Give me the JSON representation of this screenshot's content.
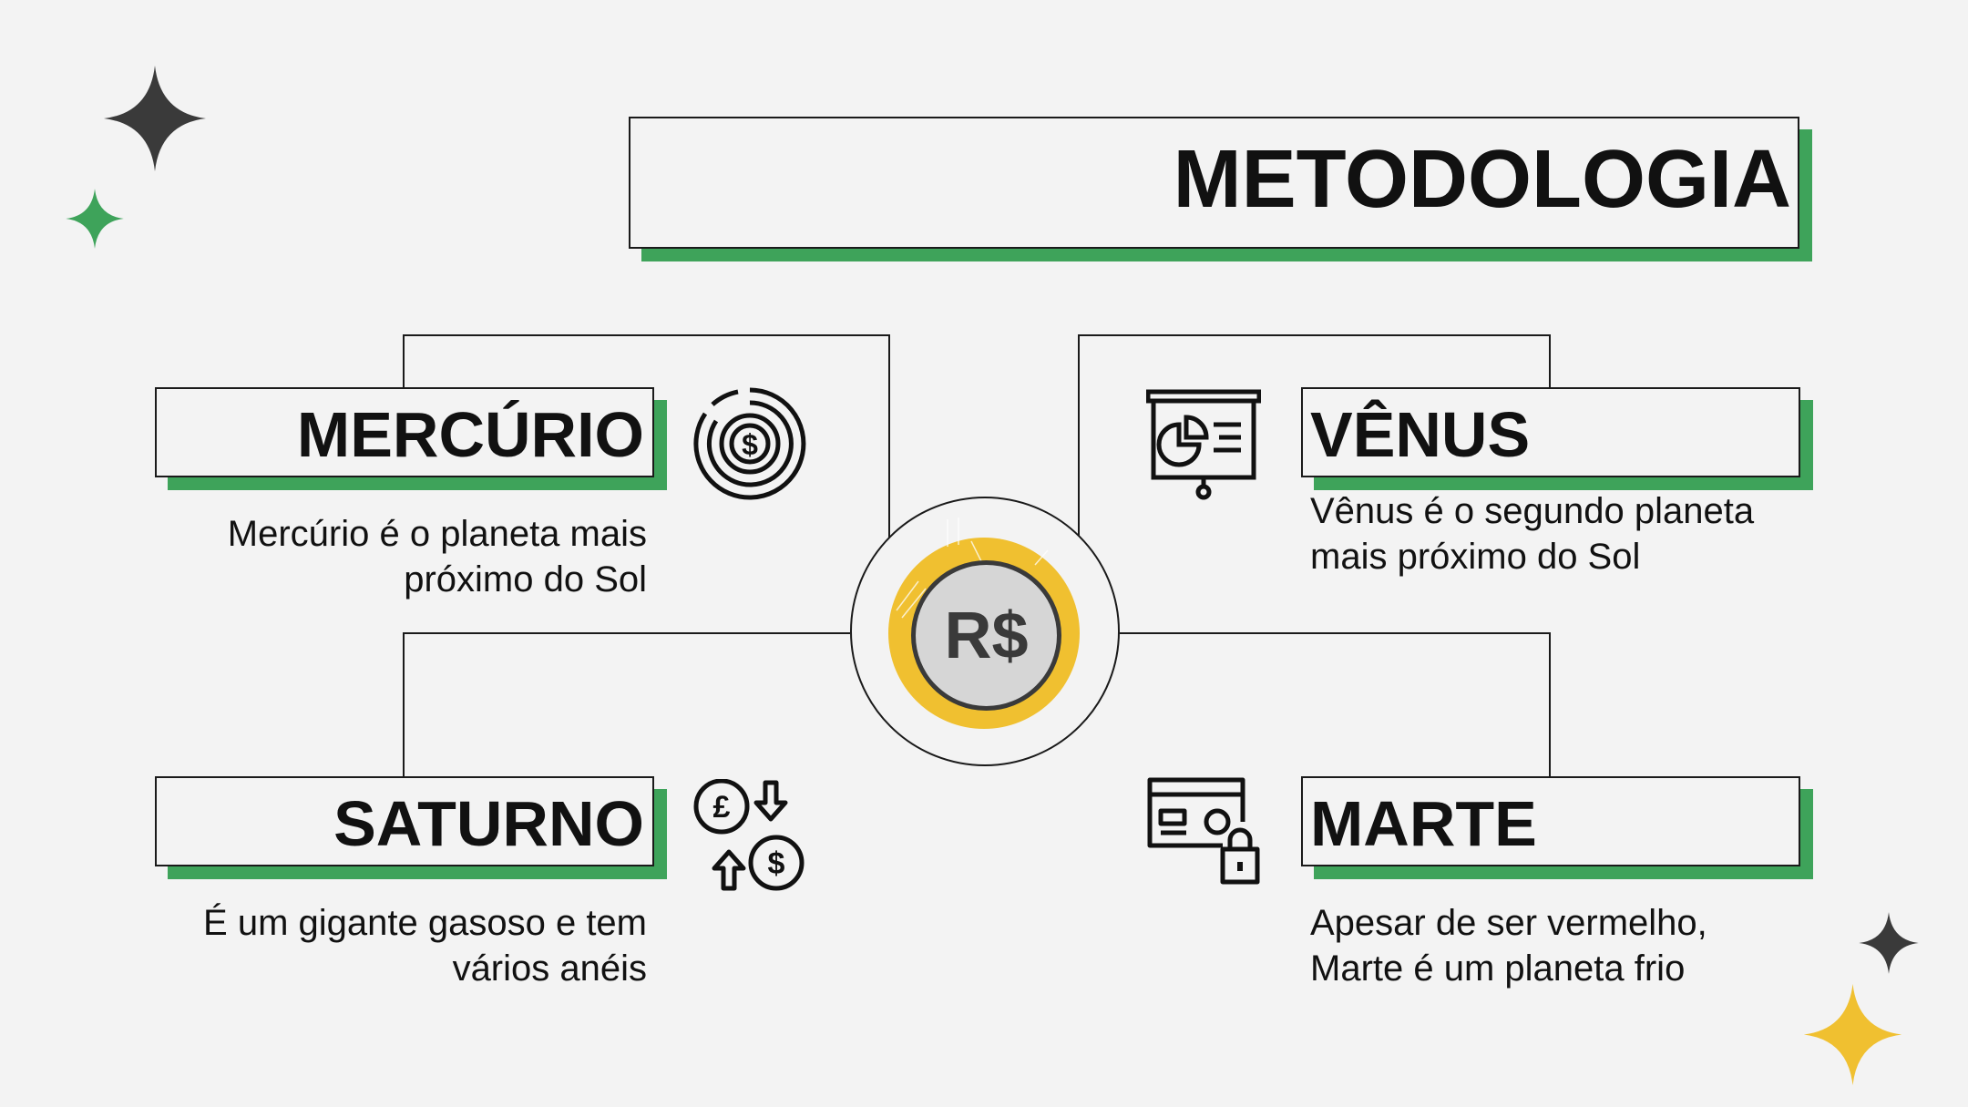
{
  "title": "METODOLOGIA",
  "center_symbol": "R$",
  "colors": {
    "accent_green": "#3ea35a",
    "accent_yellow": "#f0c030",
    "dark": "#3a3a3a",
    "background": "#f3f3f3"
  },
  "cards": {
    "mercurio": {
      "title": "MERCÚRIO",
      "description": "Mercúrio é o planeta mais próximo do Sol",
      "icon": "target-dollar-icon"
    },
    "venus": {
      "title": "VÊNUS",
      "description": "Vênus é o segundo planeta mais próximo do Sol",
      "icon": "presentation-chart-icon"
    },
    "saturno": {
      "title": "SATURNO",
      "description": "É um gigante gasoso e tem vários anéis",
      "icon": "currency-exchange-icon"
    },
    "marte": {
      "title": "MARTE",
      "description": "Apesar de ser vermelho, Marte é um planeta frio",
      "icon": "locked-card-icon"
    }
  },
  "decorations": [
    "sparkle-dark-icon",
    "sparkle-green-icon",
    "sparkle-yellow-icon"
  ]
}
